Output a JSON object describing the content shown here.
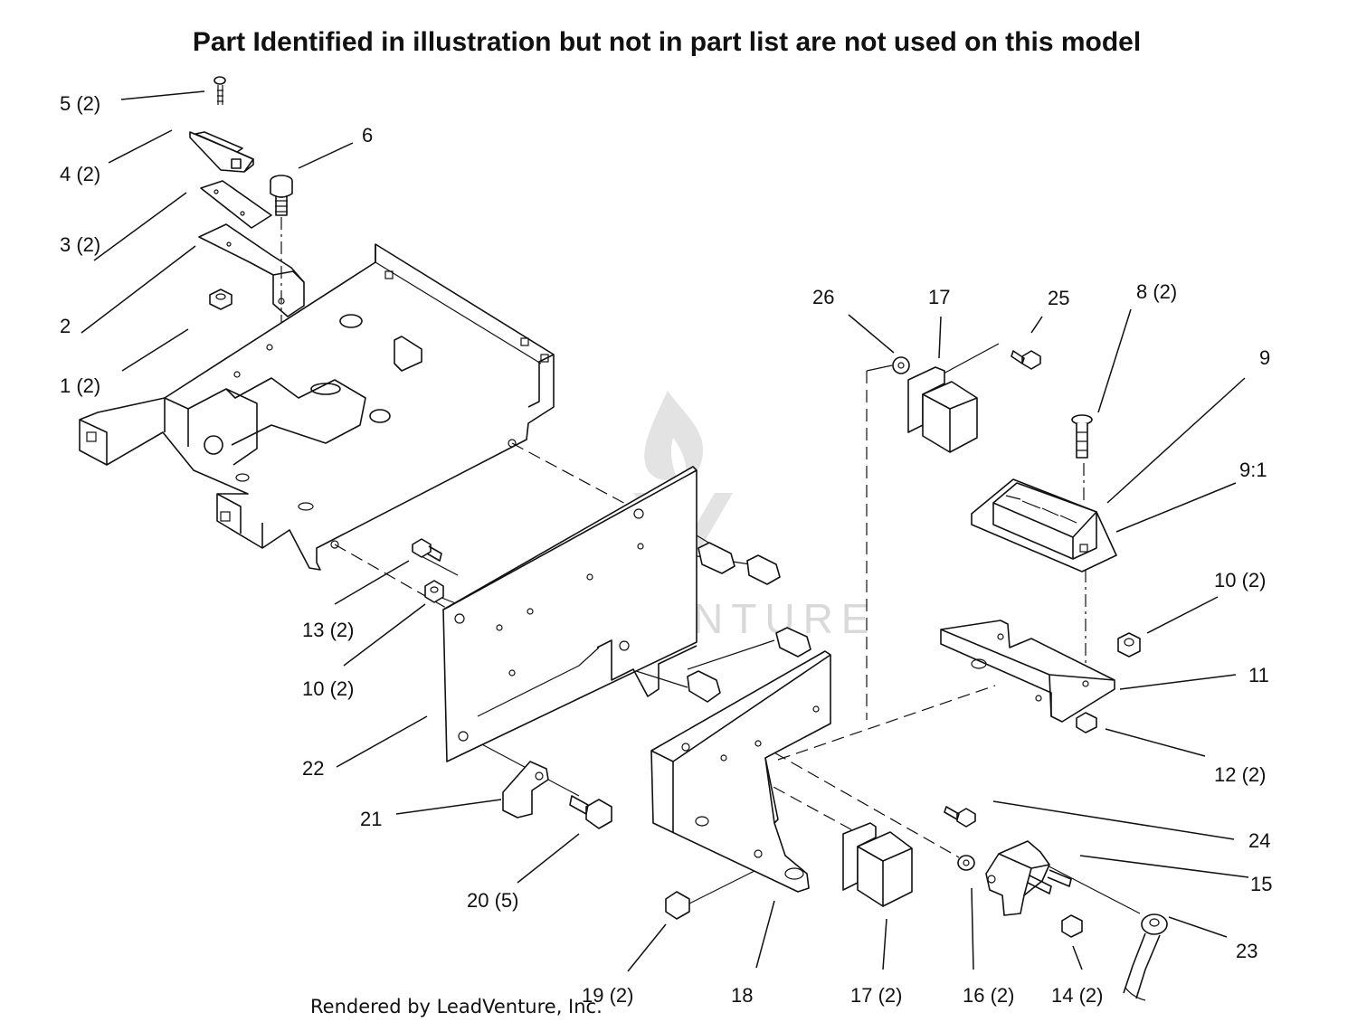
{
  "title": "Part Identified in illustration but not in part list are not used on this model",
  "footer": "Rendered by LeadVenture, Inc.",
  "watermark": "LEADVENTURE",
  "colors": {
    "ink": "#111111",
    "watermark": "#d9d9d9",
    "background": "#ffffff"
  },
  "callouts": {
    "c5": "5 (2)",
    "c4": "4 (2)",
    "c6": "6",
    "c3": "3 (2)",
    "c2": "2",
    "c1": "1 (2)",
    "c26": "26",
    "c17a": "17",
    "c25": "25",
    "c8": "8 (2)",
    "c9": "9",
    "c91": "9:1",
    "c10b": "10 (2)",
    "c13": "13 (2)",
    "c10a": "10 (2)",
    "c11": "11",
    "c12": "12 (2)",
    "c22": "22",
    "c21": "21",
    "c24": "24",
    "c15": "15",
    "c20": "20 (5)",
    "c23": "23",
    "c19": "19 (2)",
    "c18": "18",
    "c17b": "17 (2)",
    "c16": "16 (2)",
    "c14": "14 (2)"
  }
}
